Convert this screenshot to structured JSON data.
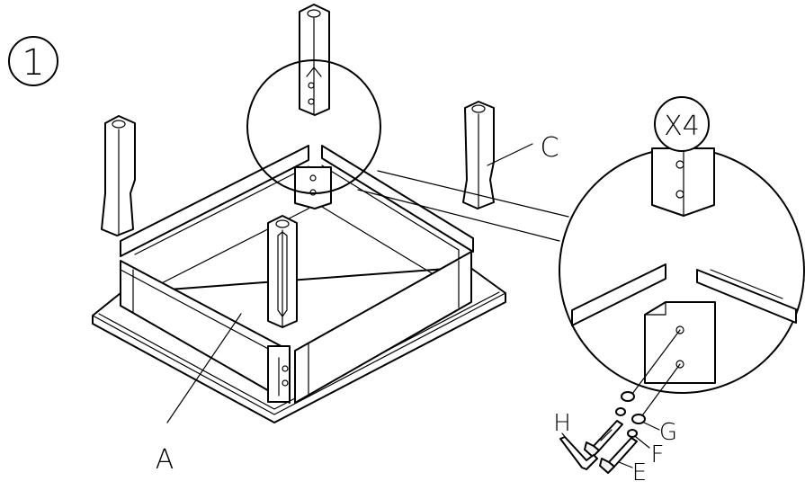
{
  "step": {
    "number": "1"
  },
  "detail": {
    "quantity": "X4"
  },
  "parts": {
    "A": "A",
    "C": "C",
    "E": "E",
    "F": "F",
    "G": "G",
    "H": "H"
  }
}
